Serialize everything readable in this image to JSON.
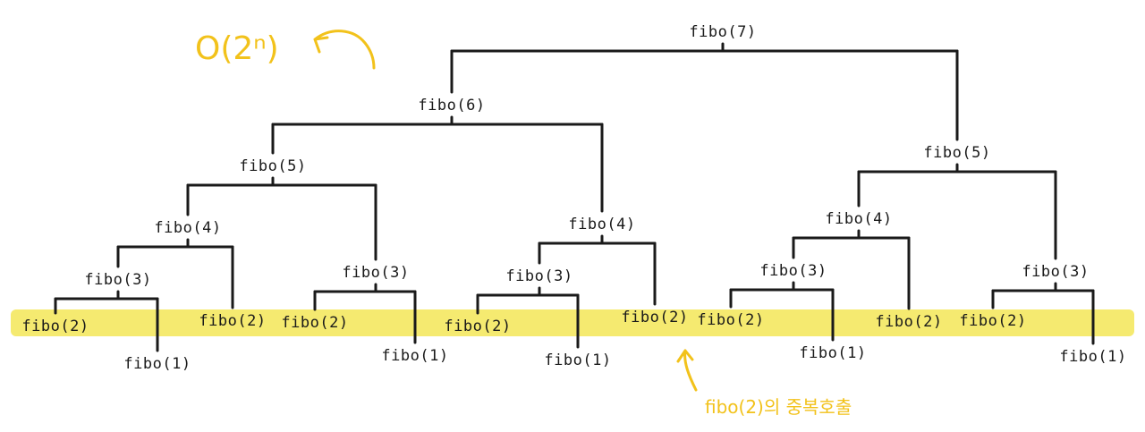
{
  "complexity_note": "O(2ⁿ)",
  "annotation": "fibo(2)의 중복호출",
  "highlight_color": "#f5ea70",
  "ink_color": "#1a1a1a",
  "accent_color": "#f2c21b",
  "tree": {
    "label": "fibo(7)",
    "children": [
      {
        "label": "fibo(6)",
        "children": [
          {
            "label": "fibo(5)",
            "children": [
              {
                "label": "fibo(4)",
                "children": [
                  {
                    "label": "fibo(3)",
                    "children": [
                      {
                        "label": "fibo(2)"
                      },
                      {
                        "label": "fibo(1)"
                      }
                    ]
                  },
                  {
                    "label": "fibo(2)"
                  }
                ]
              },
              {
                "label": "fibo(3)",
                "children": [
                  {
                    "label": "fibo(2)"
                  },
                  {
                    "label": "fibo(1)"
                  }
                ]
              }
            ]
          },
          {
            "label": "fibo(4)",
            "children": [
              {
                "label": "fibo(3)",
                "children": [
                  {
                    "label": "fibo(2)"
                  },
                  {
                    "label": "fibo(1)"
                  }
                ]
              },
              {
                "label": "fibo(2)"
              }
            ]
          }
        ]
      },
      {
        "label": "fibo(5)",
        "children": [
          {
            "label": "fibo(4)",
            "children": [
              {
                "label": "fibo(3)",
                "children": [
                  {
                    "label": "fibo(2)"
                  },
                  {
                    "label": "fibo(1)"
                  }
                ]
              },
              {
                "label": "fibo(2)"
              }
            ]
          },
          {
            "label": "fibo(3)",
            "children": [
              {
                "label": "fibo(2)"
              },
              {
                "label": "fibo(1)"
              }
            ]
          }
        ]
      }
    ]
  }
}
